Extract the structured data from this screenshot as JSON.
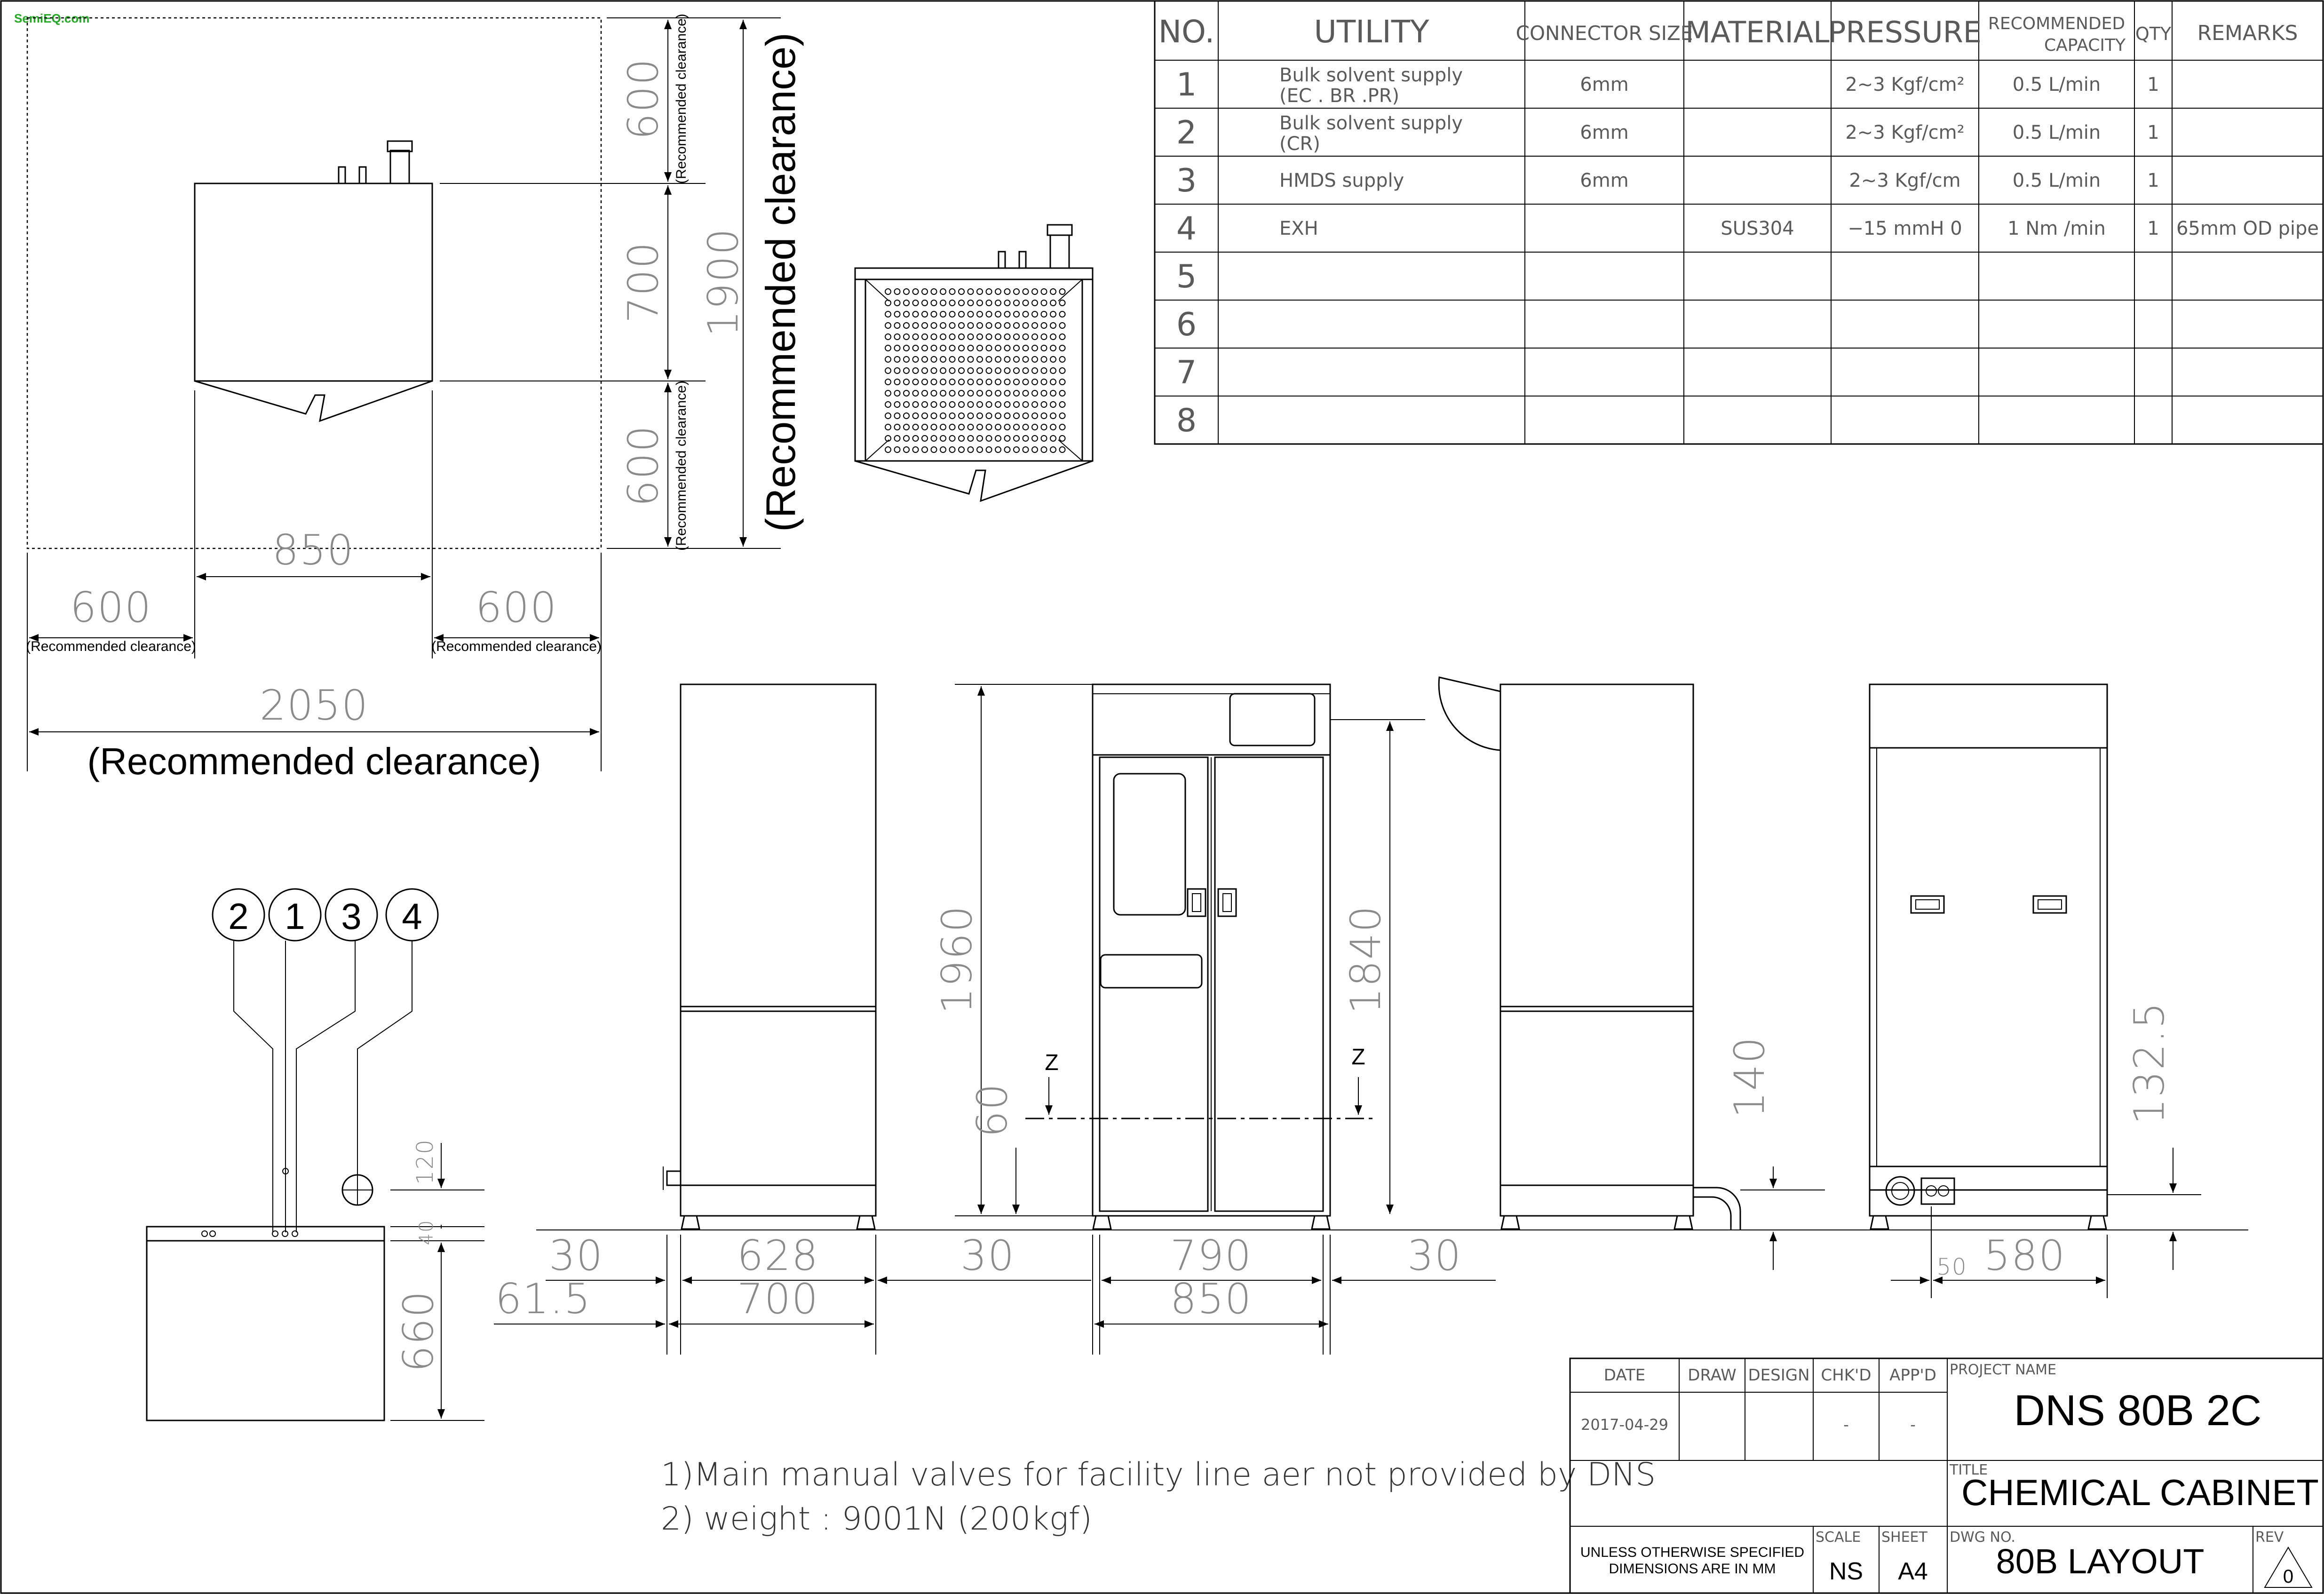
{
  "logo": "SemiEQ.com",
  "utility_table": {
    "headers": {
      "no": "NO.",
      "utility": "UTILITY",
      "connector": "CONNECTOR SIZE",
      "material": "MATERIAL",
      "pressure": "PRESSURE",
      "capacity_1": "RECOMMENDED",
      "capacity_2": "CAPACITY",
      "qty": "QTY",
      "remarks": "REMARKS"
    },
    "rows": [
      {
        "no": "1",
        "utility_1": "Bulk solvent supply",
        "utility_2": "(EC . BR .PR)",
        "connector": "6mm",
        "material": "",
        "pressure": "2~3 Kgf/cm²",
        "capacity": "0.5 L/min",
        "qty": "1",
        "remarks": ""
      },
      {
        "no": "2",
        "utility_1": "Bulk solvent supply",
        "utility_2": "(CR)",
        "connector": "6mm",
        "material": "",
        "pressure": "2~3 Kgf/cm²",
        "capacity": "0.5 L/min",
        "qty": "1",
        "remarks": ""
      },
      {
        "no": "3",
        "utility_1": "HMDS supply",
        "utility_2": "",
        "connector": "6mm",
        "material": "",
        "pressure": "2~3 Kgf/cm",
        "capacity": "0.5 L/min",
        "qty": "1",
        "remarks": ""
      },
      {
        "no": "4",
        "utility_1": "EXH",
        "utility_2": "",
        "connector": "",
        "material": "SUS304",
        "pressure": "−15 mmH 0",
        "capacity": "1 Nm /min",
        "qty": "1",
        "remarks": "65mm OD pipe"
      },
      {
        "no": "5",
        "utility_1": "",
        "utility_2": "",
        "connector": "",
        "material": "",
        "pressure": "",
        "capacity": "",
        "qty": "",
        "remarks": ""
      },
      {
        "no": "6",
        "utility_1": "",
        "utility_2": "",
        "connector": "",
        "material": "",
        "pressure": "",
        "capacity": "",
        "qty": "",
        "remarks": ""
      },
      {
        "no": "7",
        "utility_1": "",
        "utility_2": "",
        "connector": "",
        "material": "",
        "pressure": "",
        "capacity": "",
        "qty": "",
        "remarks": ""
      },
      {
        "no": "8",
        "utility_1": "",
        "utility_2": "",
        "connector": "",
        "material": "",
        "pressure": "",
        "capacity": "",
        "qty": "",
        "remarks": ""
      }
    ]
  },
  "plan_view": {
    "clearance_top": "600",
    "cabinet_depth": "700",
    "clearance_bottom": "600",
    "total_depth": "1900",
    "clearance_note": "(Recommended clearance)",
    "width": "850",
    "clearance_left": "600",
    "clearance_right": "600",
    "total_width": "2050",
    "total_width_note": "(Recommended clearance)",
    "total_depth_note": "(Recommended clearance)"
  },
  "connection_detail": {
    "labels": [
      "2",
      "1",
      "3",
      "4"
    ],
    "dim_120": "120",
    "dim_40": "40",
    "dim_660": "660"
  },
  "elevation": {
    "dim_1960": "1960",
    "dim_1840": "1840",
    "dim_60": "60",
    "dim_140": "140",
    "dim_132_5": "132.5",
    "dim_30_left": "30",
    "dim_628": "628",
    "dim_61_5": "61.5",
    "dim_700": "700",
    "dim_30_mid": "30",
    "dim_790": "790",
    "dim_850": "850",
    "dim_30_right": "30",
    "dim_50": "50",
    "dim_580": "580",
    "section_mark": "Z"
  },
  "notes": [
    "1)Main manual valves for facility line aer not provided by DNS",
    "2) weight : 9001N (200kgf)"
  ],
  "title_block": {
    "date_label": "DATE",
    "draw_label": "DRAW",
    "design_label": "DESIGN",
    "chkd_label": "CHK'D",
    "appd_label": "APP'D",
    "date_value": "2017-04-29",
    "chkd_value": "-",
    "appd_value": "-",
    "project_label": "PROJECT NAME",
    "project_value": "DNS 80B 2C",
    "title_label": "TITLE",
    "title_value": "CHEMICAL CABINET",
    "unless_1": "UNLESS OTHERWISE SPECIFIED",
    "unless_2": "DIMENSIONS ARE IN MM",
    "scale_label": "SCALE",
    "scale_value": "NS",
    "sheet_label": "SHEET",
    "sheet_value": "A4",
    "dwg_label": "DWG NO.",
    "dwg_value": "80B LAYOUT",
    "rev_label": "REV",
    "rev_value": "0"
  }
}
